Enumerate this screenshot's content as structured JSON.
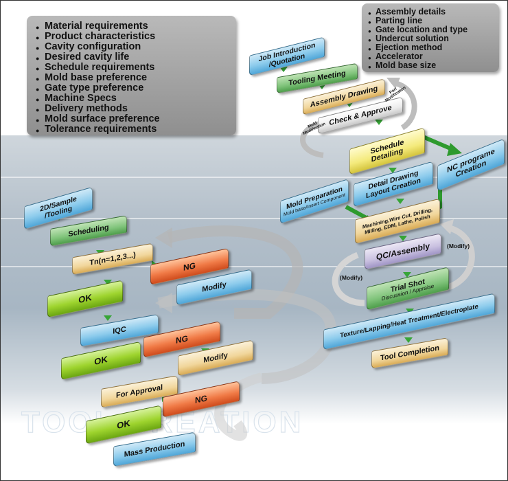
{
  "left_requirements": [
    "Material requirements",
    "Product characteristics",
    "Cavity configuration",
    "Desired cavity life",
    "Schedule requirements",
    "Mold base preference",
    "Gate type preference",
    "Machine Specs",
    "Delivery methods",
    "Mold surface preference",
    "Tolerance requirements"
  ],
  "right_details": [
    "Assembly details",
    "Parting line",
    "Gate location and type",
    "Undercut solution",
    "Ejection method",
    "Accelerator",
    "Mold base size"
  ],
  "steps": {
    "job_intro_1": "Job Introduction",
    "job_intro_2": "/Quotation",
    "tooling_meeting": "Tooling Meeting",
    "assembly_drawing": "Assembly Drawing",
    "check_approve": "Check & Approve",
    "schedule_detailing_1": "Schedule",
    "schedule_detailing_2": "Detailing",
    "nc_programe_1": "NC programe",
    "nc_programe_2": "Creation",
    "detail_drawing_1": "Detail Drawing",
    "detail_drawing_2": "Layout Creation",
    "mold_prep": "Mold Preparation",
    "mold_prep_sub": "Mold base/Insert Component",
    "machining_1": "Machining,Wire Cut, Drilling,",
    "machining_2": "Milling, EDM, Lathe, Polish",
    "qc_assembly": "QC/Assembly",
    "trial_shot": "Trial Shot",
    "trial_shot_sub": "Discussion / Appraise",
    "texture": "Texture/Lapping/Heat Treatment/Electroplate",
    "tool_completion": "Tool Completion",
    "sample_tooling_1": "2D/Sample",
    "sample_tooling_2": "/Tooling",
    "scheduling": "Scheduling",
    "tn": "Tn(n=1,2,3...)",
    "ng1": "NG",
    "modify1": "Modify",
    "ok1": "OK",
    "iqc": "IQC",
    "ng2": "NG",
    "modify2": "Modify",
    "ok2": "OK",
    "for_approval": "For Approval",
    "ng3": "NG",
    "ok3": "OK",
    "mass_production": "Mass Production"
  },
  "notes": {
    "part_modification_1": "Part",
    "part_modification_2": "Modification",
    "mold_modification_1": "Mold",
    "mold_modification_2": "Modification",
    "modify_right": "(Modify)",
    "modify_left": "(Modify)"
  },
  "colors": {
    "blue": "#8ccbec",
    "green": "#7fc37a",
    "beige": "#f1d69b",
    "orange": "#f07a46",
    "lime": "#9ed42e",
    "arrow_green": "#2e9a2e"
  }
}
